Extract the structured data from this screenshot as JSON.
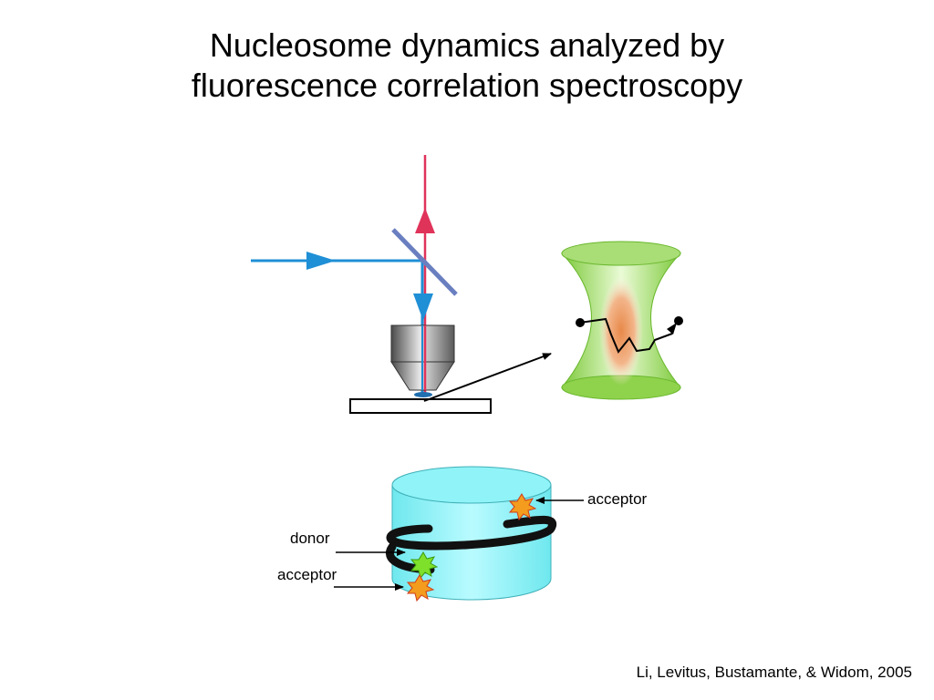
{
  "slide": {
    "title_line1": "Nucleosome dynamics analyzed by",
    "title_line2": "fluorescence correlation spectroscopy",
    "citation": "Li, Levitus, Bustamante, & Widom, 2005"
  },
  "labels": {
    "acceptor_top": "acceptor",
    "donor": "donor",
    "acceptor_bottom": "acceptor"
  },
  "colors": {
    "excitation_beam": "#1f8fd6",
    "emission_beam": "#e0335a",
    "dichroic_mirror": "#6a7fc0",
    "focal_volume": "#8fd24c",
    "histone_core": "#7ff0f4",
    "dna_strand": "#111111",
    "acceptor_dye": "#f39c1e",
    "donor_dye": "#7ee02a"
  },
  "icons": {
    "objective": "microscope-objective-icon",
    "dye": "starburst-icon"
  }
}
